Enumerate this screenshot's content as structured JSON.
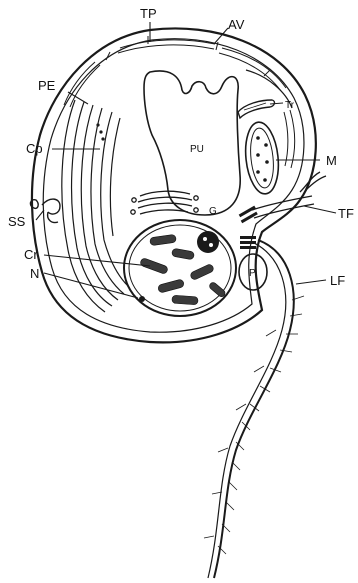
{
  "labels": {
    "tp": "TP",
    "av": "AV",
    "pe": "PE",
    "tr": "Tr",
    "cp": "Cp",
    "pu": "PU",
    "m": "M",
    "ss": "SS",
    "g": "G",
    "tf": "TF",
    "cr": "Cr",
    "p": "P",
    "lf": "LF",
    "n": "N"
  }
}
